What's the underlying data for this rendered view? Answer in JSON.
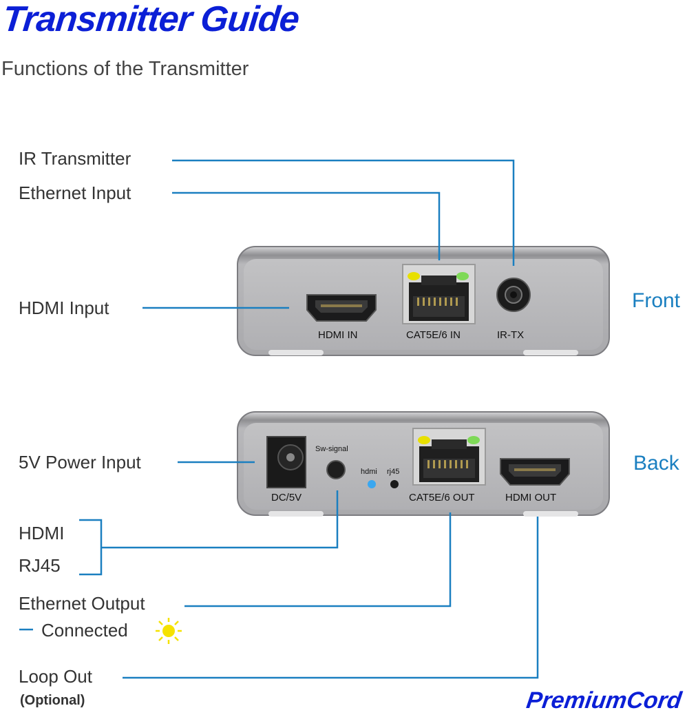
{
  "header": {
    "title": "Transmitter Guide",
    "subtitle": "Functions of the Transmitter"
  },
  "callouts": {
    "ir_transmitter": "IR Transmitter",
    "ethernet_input": "Ethernet Input",
    "hdmi_input": "HDMI Input",
    "power_input": "5V Power Input",
    "hdmi": "HDMI",
    "rj45": "RJ45",
    "ethernet_output": "Ethernet Output",
    "connected": "Connected",
    "loop_out": "Loop Out",
    "optional": "(Optional)"
  },
  "sides": {
    "front": "Front",
    "back": "Back"
  },
  "front_panel": {
    "hdmi_in": "HDMI IN",
    "cat_in": "CAT5E/6 IN",
    "ir_tx": "IR-TX"
  },
  "back_panel": {
    "dc": "DC/5V",
    "sw_signal": "Sw-signal",
    "hdmi_led": "hdmi",
    "rj45_led": "rj45",
    "cat_out": "CAT5E/6 OUT",
    "hdmi_out": "HDMI OUT"
  },
  "brand": "PremiumCord",
  "colors": {
    "title": "#0b1fd6",
    "callout_line": "#1a7fc0",
    "device_body": "#b9b9bb",
    "led_blue": "#3aa7f0",
    "led_yellow": "#e8e000",
    "led_green": "#7ed957",
    "sun": "#f5e200"
  }
}
